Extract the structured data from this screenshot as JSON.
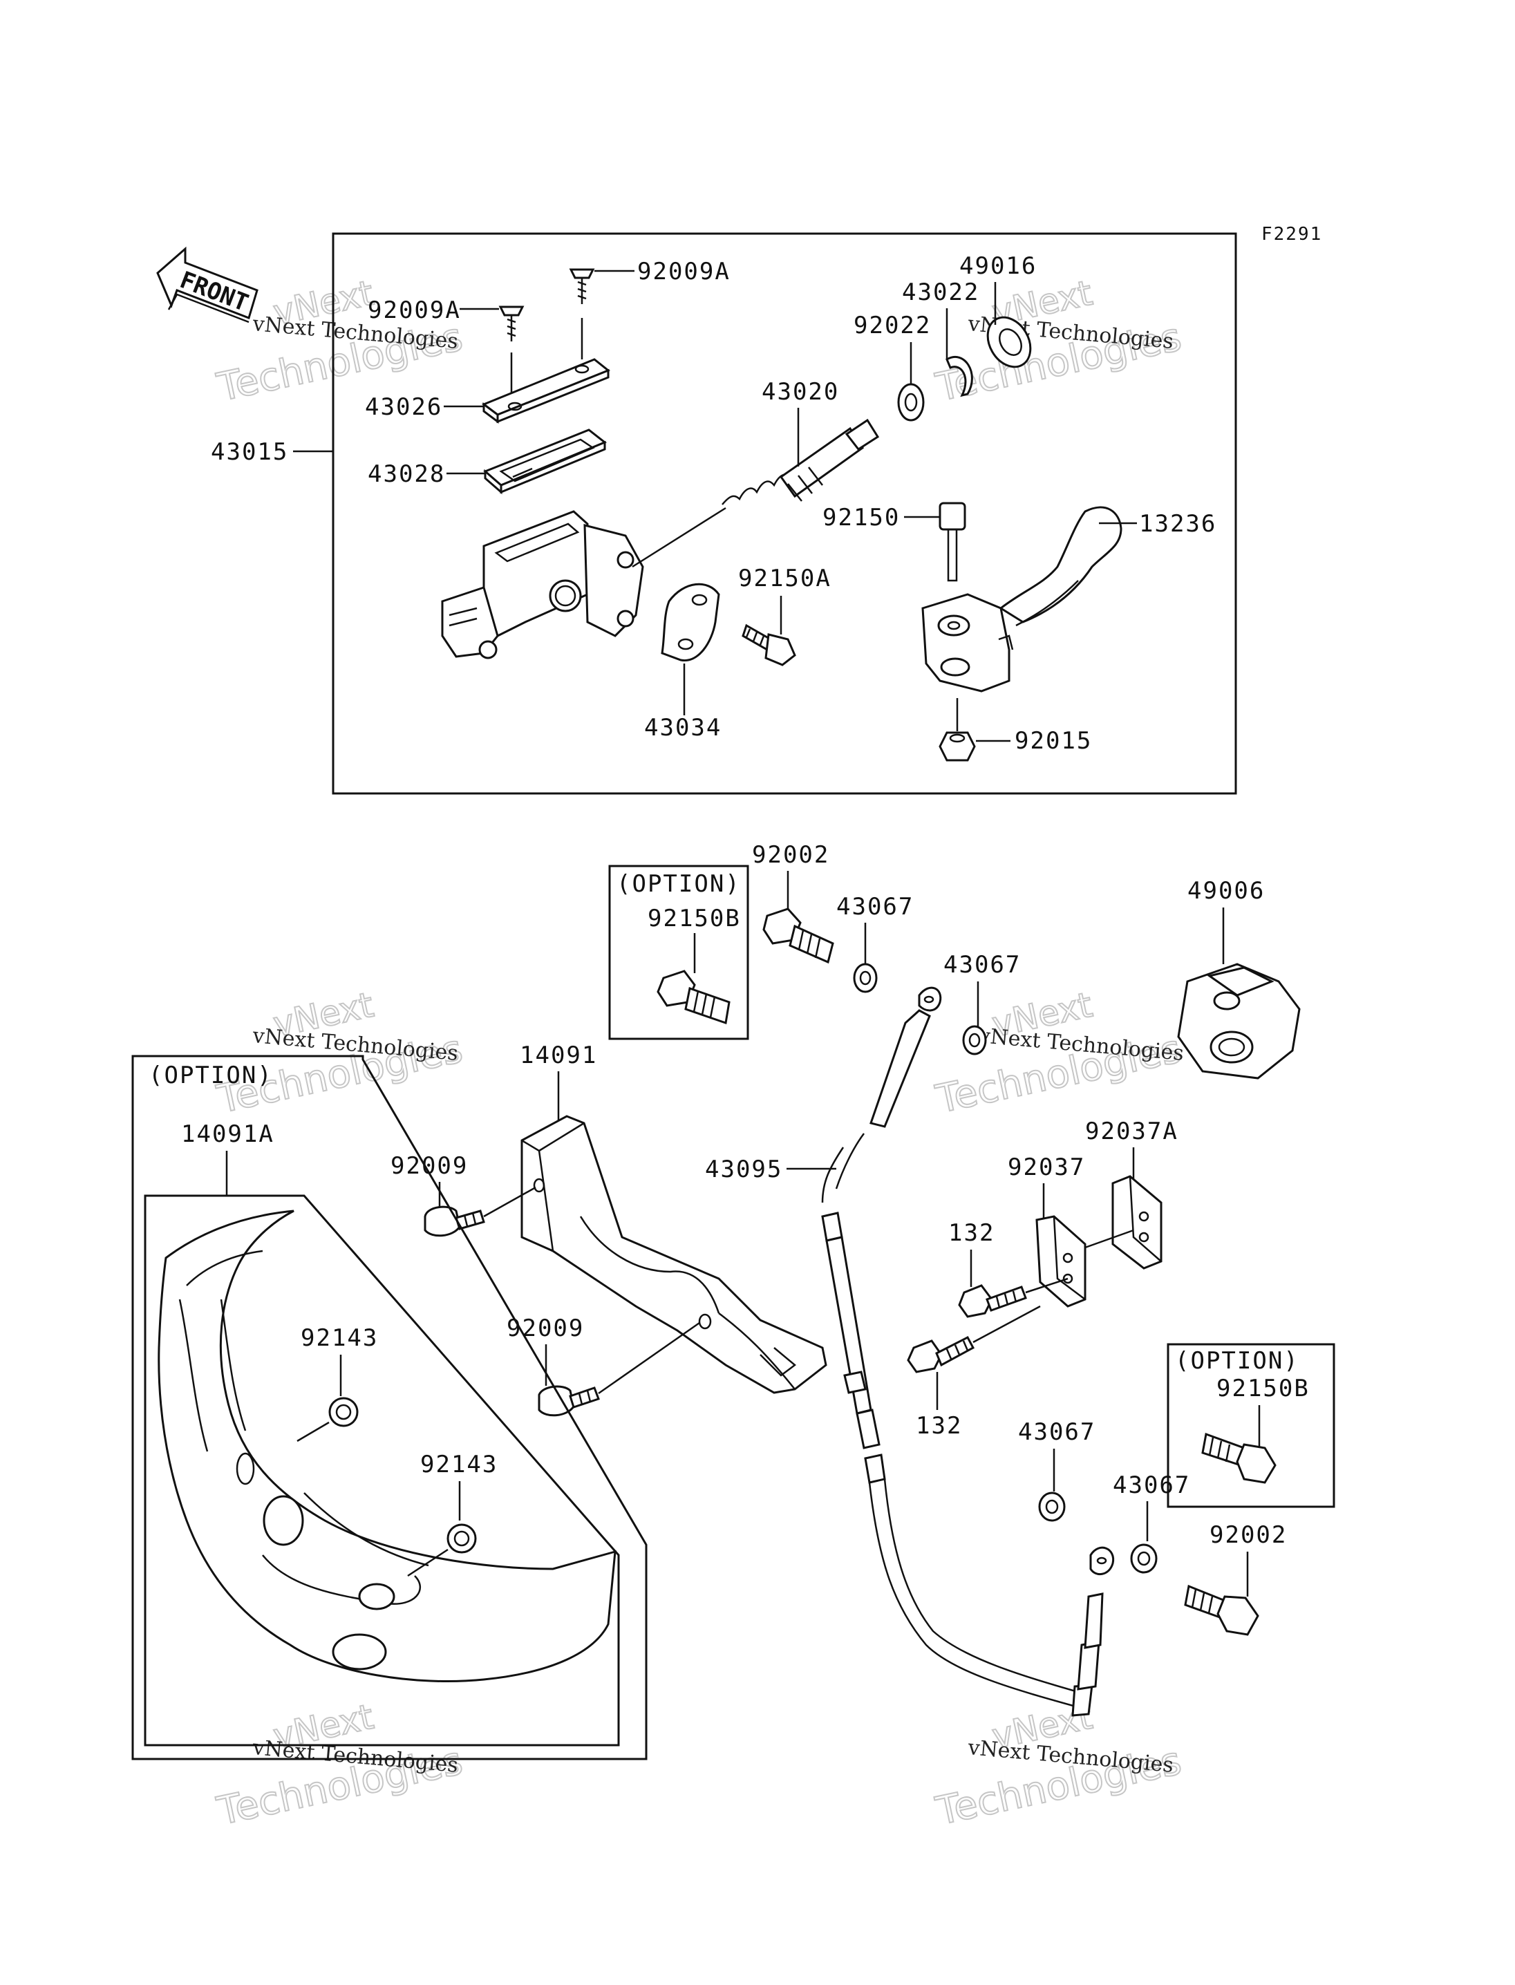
{
  "figure_code": "F2291",
  "front_label": "FRONT",
  "option_label": "(OPTION)",
  "watermark": {
    "line1": "vNext Technologies",
    "line2": "vNext",
    "line3": "Technologies"
  },
  "parts": {
    "p43015": "43015",
    "p92009A_1": "92009A",
    "p92009A_2": "92009A",
    "p43026": "43026",
    "p43028": "43028",
    "p43020": "43020",
    "p92022": "92022",
    "p43022": "43022",
    "p49016": "49016",
    "p92150": "92150",
    "p13236": "13236",
    "p92150A": "92150A",
    "p43034": "43034",
    "p92015": "92015",
    "p92002_1": "92002",
    "p92150B_1": "92150B",
    "p43067_1": "43067",
    "p43067_2": "43067",
    "p49006": "49006",
    "p14091": "14091",
    "p14091A": "14091A",
    "p92009_1": "92009",
    "p92009_2": "92009",
    "p43095": "43095",
    "p92037A": "92037A",
    "p92037": "92037",
    "p132_1": "132",
    "p132_2": "132",
    "p92143_1": "92143",
    "p92143_2": "92143",
    "p92150B_2": "92150B",
    "p43067_3": "43067",
    "p43067_4": "43067",
    "p92002_2": "92002"
  }
}
